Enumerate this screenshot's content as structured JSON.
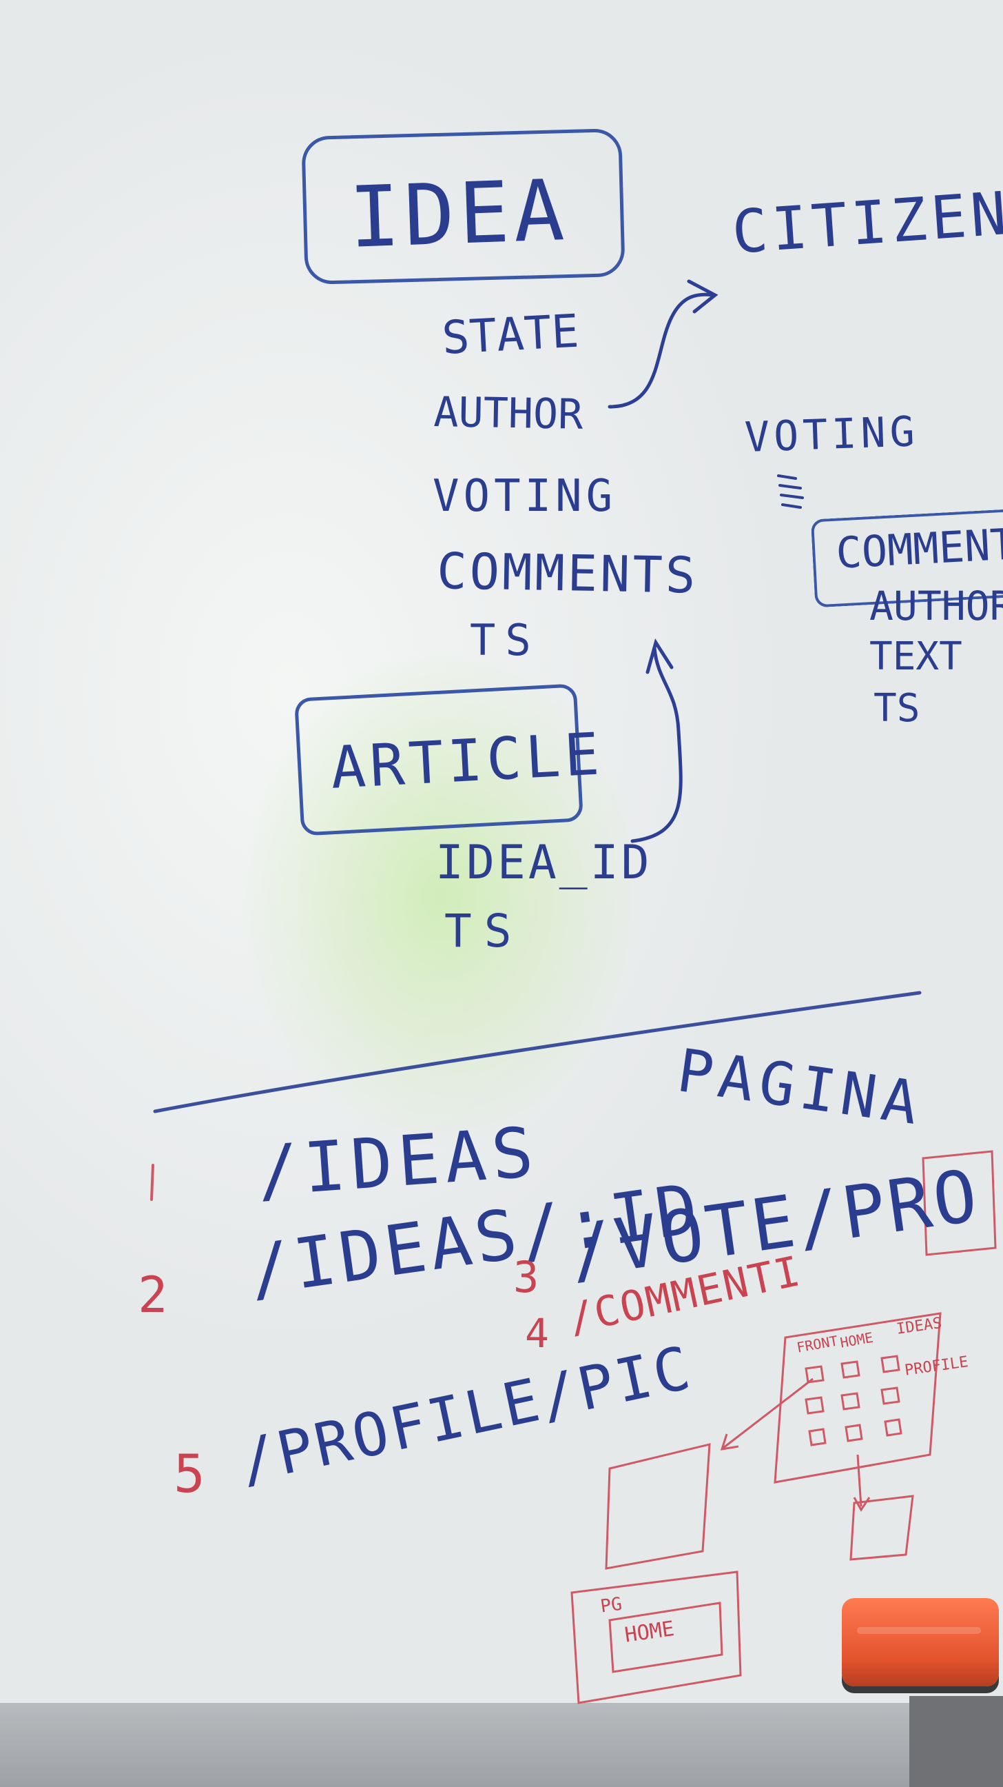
{
  "whiteboard": {
    "idea": {
      "title": "IDEA",
      "fields": [
        "STATE",
        "AUTHOR",
        "VOTING",
        "COMMENTS",
        "TS"
      ]
    },
    "citizen": {
      "title": "CITIZEN"
    },
    "voting": {
      "title": "VOTING"
    },
    "comment": {
      "title": "COMMENT",
      "fields": [
        "AUTHOR",
        "TEXT",
        "TS"
      ]
    },
    "article": {
      "title": "ARTICLE",
      "fields": [
        "IDEA_ID",
        "TS"
      ]
    },
    "pages_heading": "PAGINA",
    "routes": [
      {
        "number": "1",
        "path": "/IDEAS"
      },
      {
        "number": "2",
        "path": "/IDEAS/:ID"
      },
      {
        "number": "3",
        "path": "/VOTE/PRO"
      },
      {
        "number": "4",
        "path": "/COMMENTI"
      },
      {
        "number": "5",
        "path": "/PROFILE/PIC"
      }
    ],
    "sketch": {
      "labels": [
        "FRONT",
        "HOME",
        "IDEAS",
        "PROFILE"
      ],
      "bottom_box": [
        "PG",
        "HOME"
      ]
    }
  }
}
